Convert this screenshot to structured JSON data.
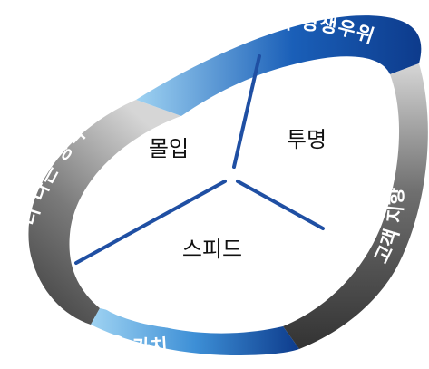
{
  "diagram": {
    "ring_labels": {
      "top": "차별적 경쟁우위",
      "right": "고객 지향",
      "bottom": "새로운 가치",
      "left": "더 나은 방식"
    },
    "sectors": {
      "upper_left": "몰입",
      "upper_right": "투명",
      "bottom": "스피드"
    },
    "colors": {
      "ring_blue_dark": "#0d3b8c",
      "ring_blue_light": "#8ec8ec",
      "ring_gray_dark": "#4a4a4a",
      "ring_gray_light": "#d2d2d2",
      "divider_blue": "#1f4fa3"
    }
  }
}
